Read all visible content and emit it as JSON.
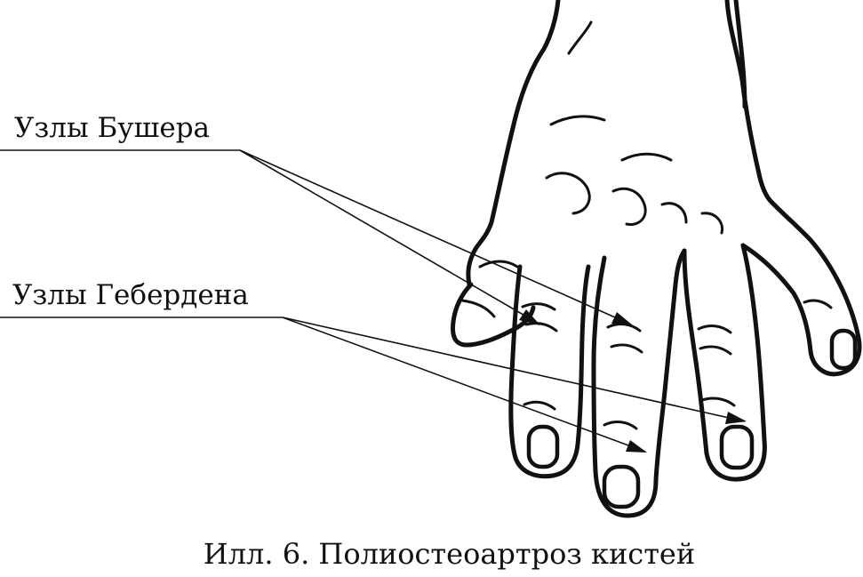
{
  "labels": {
    "bouchard_nodes": "Узлы Бушера",
    "heberden_nodes": "Узлы Гебердена"
  },
  "caption": "Илл. 6. Полиостеоартроз кистей"
}
